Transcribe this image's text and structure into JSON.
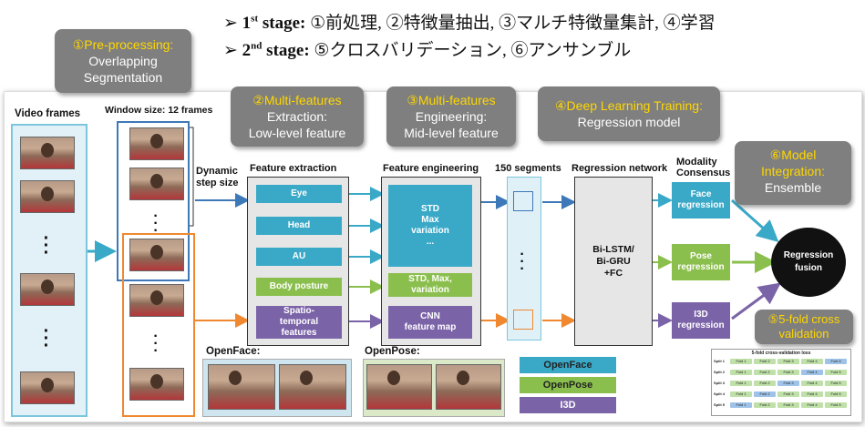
{
  "stages": {
    "line1": {
      "ord": "1",
      "sup": "st",
      "label": "stage:",
      "text": "①前処理, ②特徴量抽出, ③マルチ特徴量集計, ④学習"
    },
    "line2": {
      "ord": "2",
      "sup": "nd",
      "label": "stage:",
      "text": "⑤クロスバリデーション, ⑥アンサンブル"
    }
  },
  "callouts": {
    "c1": {
      "title": "①Pre-processing:",
      "line1": "Overlapping",
      "line2": "Segmentation"
    },
    "c2": {
      "title": "②Multi-features",
      "line1": "Extraction:",
      "line2": "Low-level feature"
    },
    "c3": {
      "title": "③Multi-features",
      "line1": "Engineering:",
      "line2": "Mid-level feature"
    },
    "c4": {
      "title": "④Deep Learning Training:",
      "line1": "Regression model"
    },
    "c6": {
      "title": "⑥Model",
      "line1": "Integration:",
      "line2": "Ensemble"
    },
    "c5": {
      "line1": "⑤5-fold cross",
      "line2": "validation"
    }
  },
  "labels": {
    "video_frames": "Video frames",
    "window_size": "Window size: 12 frames",
    "dynamic": "Dynamic",
    "step_size": "step size",
    "feature_extraction": "Feature extraction",
    "feature_engineering": "Feature engineering",
    "segments": "150 segments",
    "regression_network": "Regression network",
    "modality": "Modality",
    "consensus": "Consensus",
    "openface": "OpenFace:",
    "openpose": "OpenPose:"
  },
  "extraction": {
    "eye": "Eye",
    "head": "Head",
    "au": "AU",
    "body": "Body posture",
    "spatio1": "Spatio-",
    "spatio2": "temporal",
    "spatio3": "features"
  },
  "engineering": {
    "std1": "STD",
    "std2": "Max",
    "std3": "variation",
    "std4": "...",
    "body1": "STD, Max,",
    "body2": "variation",
    "cnn1": "CNN",
    "cnn2": "feature map"
  },
  "network": {
    "line1": "Bi-LSTM/",
    "line2": "Bi-GRU",
    "line3": "+FC"
  },
  "regression": {
    "face1": "Face",
    "face2": "regression",
    "pose1": "Pose",
    "pose2": "regression",
    "i3d1": "I3D",
    "i3d2": "regression"
  },
  "fusion": {
    "line1": "Regression",
    "line2": "fusion"
  },
  "legend": {
    "openface": "OpenFace",
    "openpose": "OpenPose",
    "i3d": "I3D"
  },
  "cv_table": {
    "title": "5-fold cross-validation loss",
    "splits": [
      "Split 1",
      "Split 2",
      "Split 3",
      "Split 4",
      "Split 5"
    ],
    "folds": [
      "Fold 1",
      "Fold 2",
      "Fold 3",
      "Fold 4",
      "Fold 5"
    ]
  },
  "colors": {
    "cyan": "#3aa9c8",
    "green": "#8bbf4d",
    "purple": "#7b63a8",
    "orange": "#f0882f",
    "blue": "#3d78b8",
    "callout": "#7f7f7f",
    "highlight": "#ffd700"
  }
}
